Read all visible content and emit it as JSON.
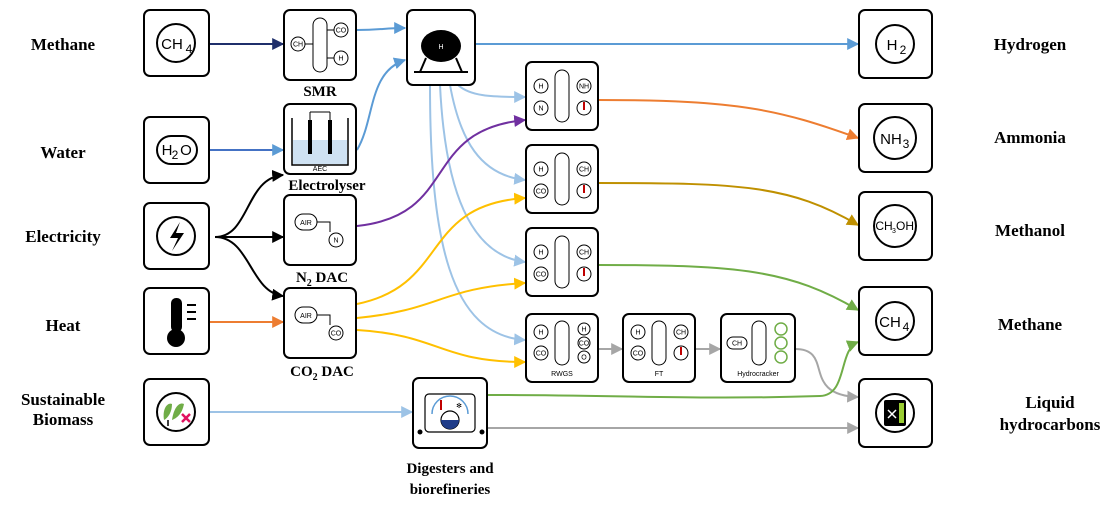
{
  "inputs": {
    "methane": "Methane",
    "water": "Water",
    "electricity": "Electricity",
    "heat": "Heat",
    "biomass_line1": "Sustainable",
    "biomass_line2": "Biomass"
  },
  "outputs": {
    "hydrogen": "Hydrogen",
    "ammonia": "Ammonia",
    "methanol": "Methanol",
    "methane": "Methane",
    "liquid_line1": "Liquid",
    "liquid_line2": "hydrocarbons"
  },
  "processes": {
    "smr": "SMR",
    "electrolyser": "Electrolyser",
    "aec": "AEC",
    "n2_dac": "N",
    "n2_dac_sub": "2",
    "n2_dac_suffix": " DAC",
    "co2_dac": "CO",
    "co2_dac_sub": "2",
    "co2_dac_suffix": " DAC",
    "digesters_line1": "Digesters and",
    "digesters_line2": "biorefineries",
    "rwgs": "RWGS",
    "ft": "FT",
    "hydrocracker": "Hydrocracker"
  },
  "species": {
    "ch4": "CH",
    "sub4": "4",
    "h2": "H",
    "sub2": "2",
    "h2o_o": "O",
    "nh": "NH",
    "sub3": "3",
    "ch3oh": "CH",
    "ch3oh_oh": "OH",
    "air": "AIR",
    "n2": "N",
    "co2": "CO",
    "co": "CO",
    "lightning": "ϟ"
  },
  "colors": {
    "black": "#000000",
    "navy": "#1f2f6b",
    "blue": "#5b9bd5",
    "lightblue": "#9dc3e6",
    "orange": "#ed7d31",
    "purple": "#7030a0",
    "gold": "#bf9000",
    "yellow": "#ffc000",
    "green": "#70ad47",
    "gray": "#a6a6a6",
    "red": "#c00000",
    "pink": "#e0115f"
  }
}
